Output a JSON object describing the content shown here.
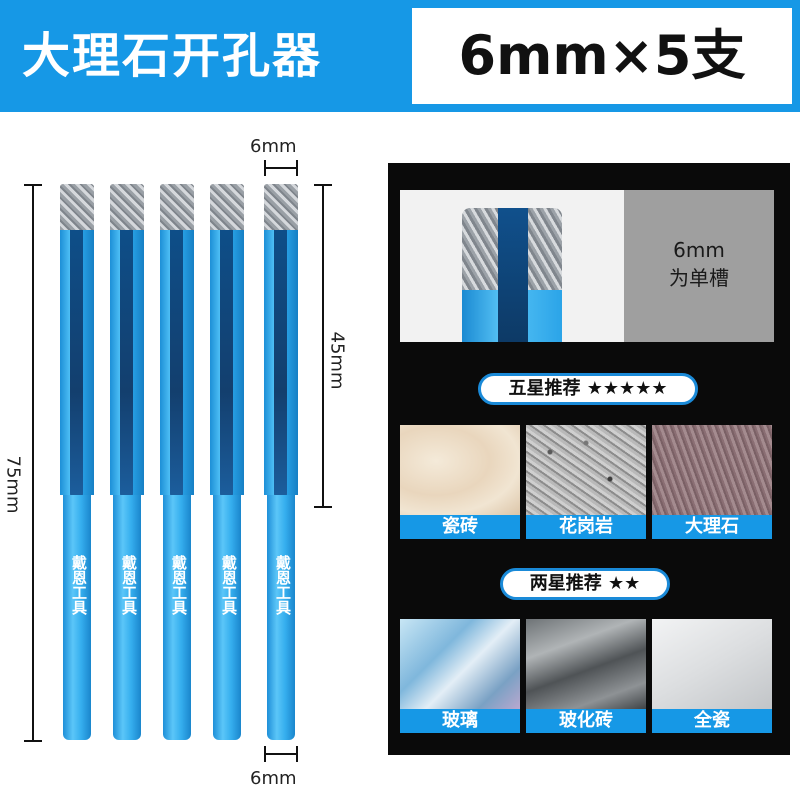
{
  "header": {
    "title": "大理石开孔器",
    "spec": "6mm×5支"
  },
  "dimensions": {
    "top_width": "6mm",
    "bottom_width": "6mm",
    "groove_length": "45mm",
    "total_length": "75mm"
  },
  "bits": [
    {
      "brand": "戴恩工具"
    },
    {
      "brand": "戴恩工具"
    },
    {
      "brand": "戴恩工具"
    },
    {
      "brand": "戴恩工具"
    },
    {
      "brand": "戴恩工具"
    }
  ],
  "detail": {
    "line1": "6mm",
    "line2": "为单槽"
  },
  "five_star": {
    "label": "五星推荐 ★★★★★",
    "materials": [
      {
        "label": "瓷砖",
        "image": "ceramic-tile"
      },
      {
        "label": "花岗岩",
        "image": "granite"
      },
      {
        "label": "大理石",
        "image": "marble"
      }
    ]
  },
  "two_star": {
    "label": "两星推荐 ★★",
    "materials": [
      {
        "label": "玻璃",
        "image": "glass"
      },
      {
        "label": "玻化砖",
        "image": "polished-tile"
      },
      {
        "label": "全瓷",
        "image": "full-porcelain"
      }
    ]
  },
  "colors": {
    "brand_blue": "#1698e6",
    "panel_black": "#0a0a0a",
    "groove_navy": "#133f6e"
  }
}
